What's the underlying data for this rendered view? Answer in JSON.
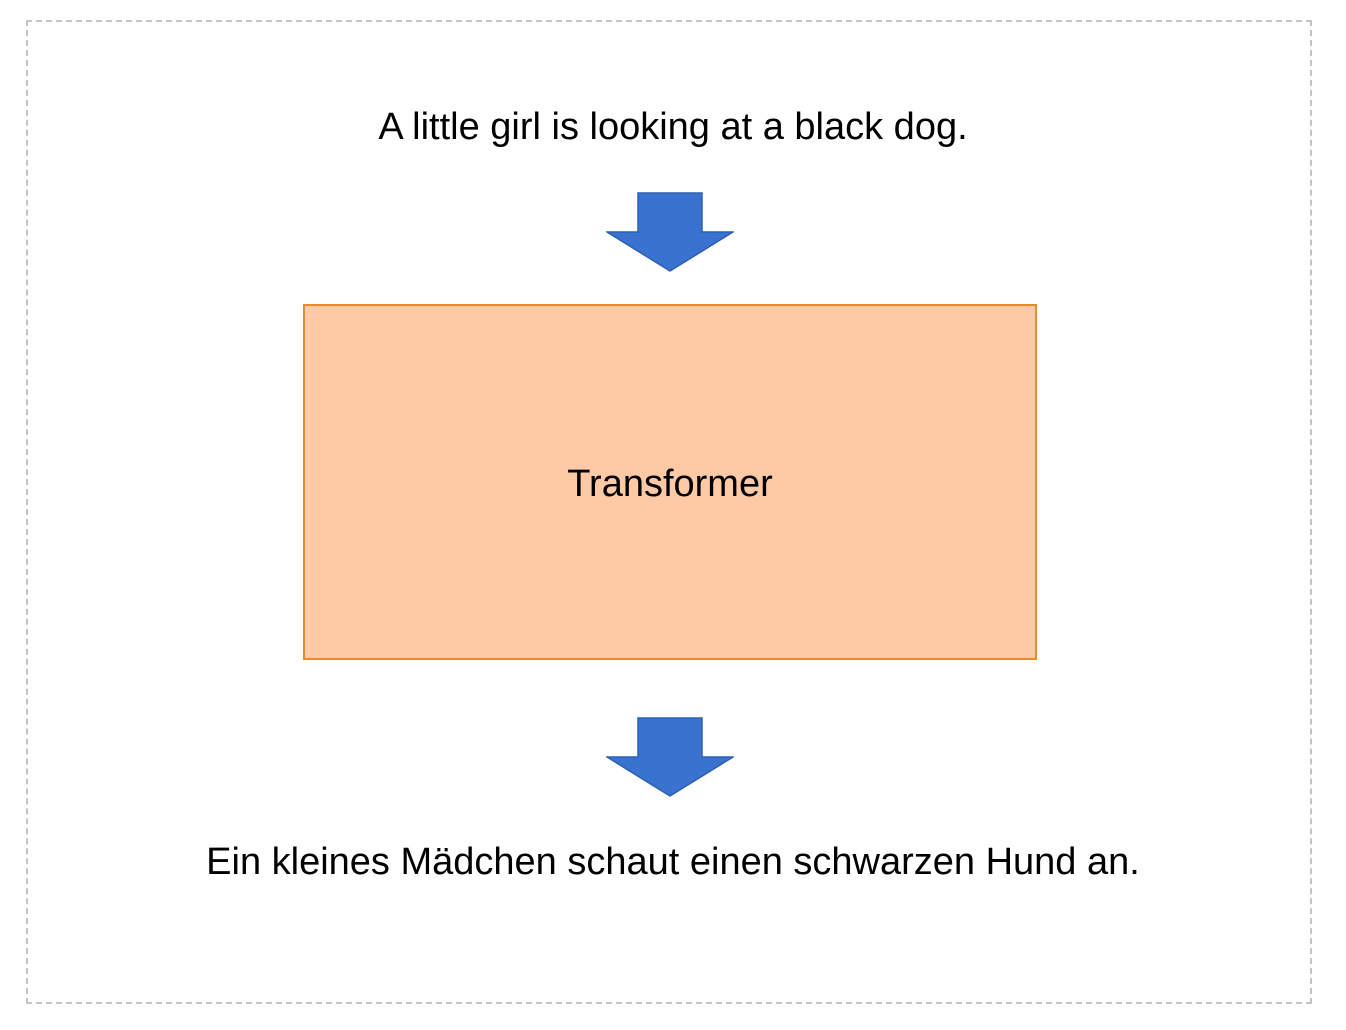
{
  "diagram": {
    "input_sentence": "A little girl is looking at a black dog.",
    "model_label": "Transformer",
    "output_sentence": "Ein kleines Mädchen schaut einen schwarzen Hund an."
  },
  "icons": {
    "arrow": "down-arrow-icon"
  },
  "colors": {
    "arrow_fill": "#3a72d0",
    "arrow_stroke": "#2e5fb3",
    "box_fill": "#fecaa5",
    "box_border": "#e98a2b",
    "frame_border": "#c4c4c4"
  }
}
